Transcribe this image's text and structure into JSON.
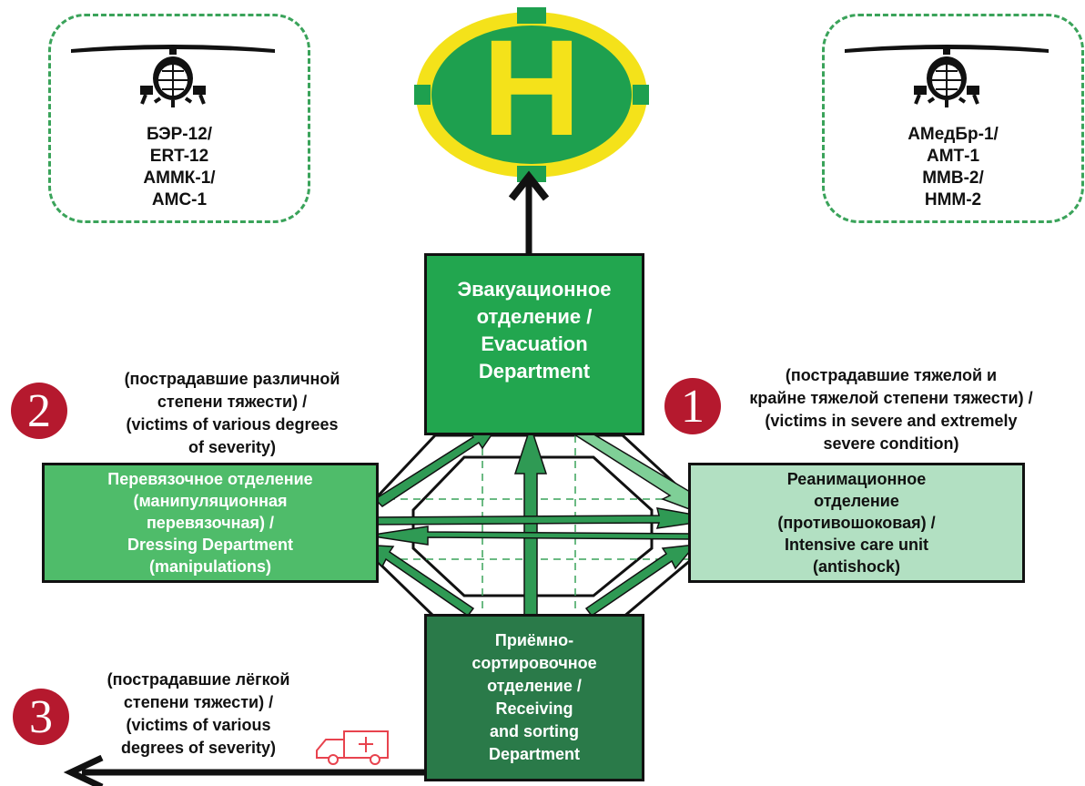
{
  "colors": {
    "evacuation": "#22a64f",
    "dressing": "#4fbc6a",
    "intensive": "#b2e0c2",
    "receiving": "#2a7a49",
    "badge_red": "#b5192e",
    "dashed_border": "#3aa35a",
    "helipad_ring": "#f4e21a",
    "helipad_fill": "#1ea04f"
  },
  "helipad": {
    "letter": "H"
  },
  "helicopter_left": {
    "icon": "helicopter-icon",
    "lines": [
      "БЭР-12/",
      "ERT-12",
      "АММК-1/",
      "АМС-1"
    ]
  },
  "helicopter_right": {
    "icon": "helicopter-icon",
    "lines": [
      "АМедБр-1/",
      "АМТ-1",
      "ММВ-2/",
      "НММ-2"
    ]
  },
  "departments": {
    "evacuation": {
      "lines": [
        "Эвакуационное",
        "отделение /",
        "Evacuation",
        "Department"
      ]
    },
    "dressing": {
      "lines": [
        "Перевязочное отделение",
        "(манипуляционная",
        "перевязочная) /",
        "Dressing Department",
        "(manipulations)"
      ]
    },
    "intensive": {
      "lines": [
        "Реанимационное",
        "отделение",
        "(противошоковая)  /",
        "Intensive care unit",
        "(antishock)"
      ]
    },
    "receiving": {
      "lines": [
        "Приёмно-",
        "сортировочное",
        "отделение /",
        "Receiving",
        "and sorting",
        "Department"
      ]
    }
  },
  "groups": [
    {
      "number": "1",
      "lines": [
        "(пострадавшие тяжелой и",
        "крайне тяжелой степени тяжести) /",
        "(victims  in severe and extremely",
        "severe condition)"
      ]
    },
    {
      "number": "2",
      "lines": [
        "(пострадавшие различной",
        "степени тяжести) /",
        "(victims of various degrees",
        "of severity)"
      ]
    },
    {
      "number": "3",
      "lines": [
        "(пострадавшие лёгкой",
        "степени тяжести) /",
        "(victims of various",
        "degrees of severity)"
      ]
    }
  ],
  "ambulance": {
    "icon": "ambulance-icon",
    "color": "#e8434e"
  }
}
